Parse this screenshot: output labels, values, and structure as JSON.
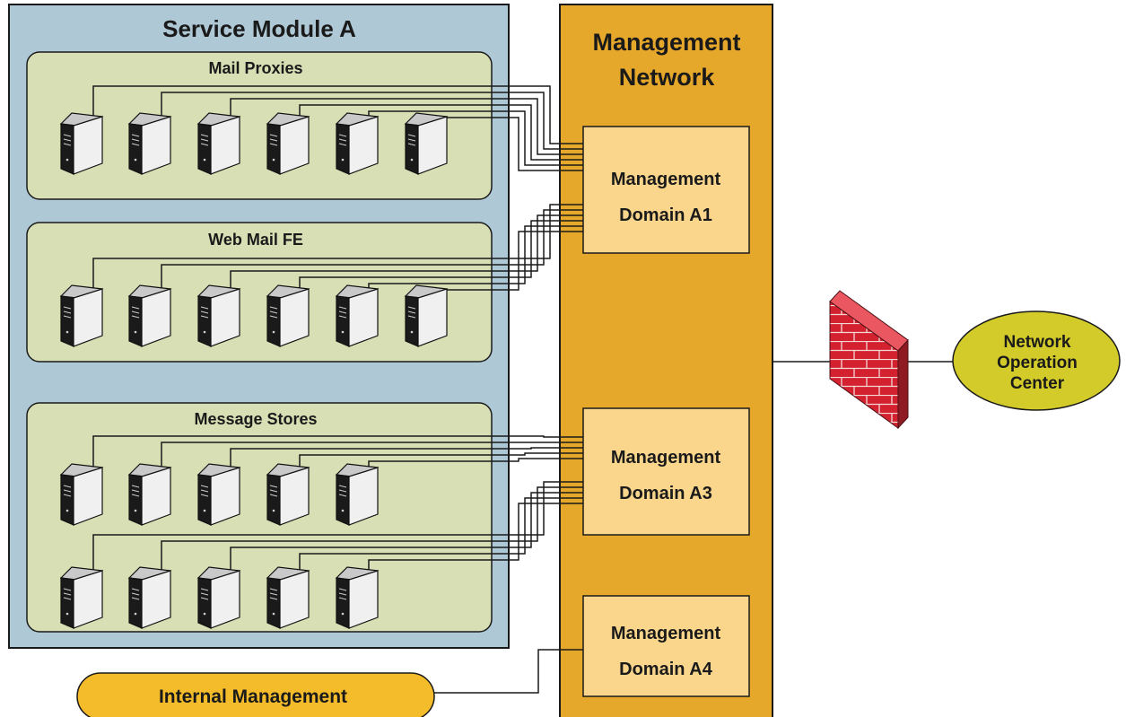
{
  "service_module": {
    "title": "Service Module A",
    "groups": [
      {
        "label": "Mail Proxies",
        "server_rows": [
          6
        ]
      },
      {
        "label": "Web Mail FE",
        "server_rows": [
          6
        ]
      },
      {
        "label": "Message Stores",
        "server_rows": [
          5,
          5
        ]
      }
    ]
  },
  "management_network": {
    "title_line1": "Management",
    "title_line2": "Network",
    "domains": [
      {
        "line1": "Management",
        "line2": "Domain A1"
      },
      {
        "line1": "Management",
        "line2": "Domain A3"
      },
      {
        "line1": "Management",
        "line2": "Domain A4"
      }
    ]
  },
  "noc": {
    "line1": "Network",
    "line2": "Operation",
    "line3": "Center"
  },
  "internal_management": {
    "label": "Internal Management"
  },
  "colors": {
    "service_module_bg": "#aec8d6",
    "group_bg": "#d8dfb4",
    "management_network_bg": "#e6a82a",
    "domain_bg": "#f9d68c",
    "noc_bg": "#d2cb2a",
    "internal_management_bg": "#f4bc2a",
    "firewall_red": "#d3212f",
    "server_face": "#f0f0f0",
    "server_dark": "#1a1a1a"
  },
  "icons": {
    "server": "server-icon",
    "firewall": "firewall-icon"
  }
}
